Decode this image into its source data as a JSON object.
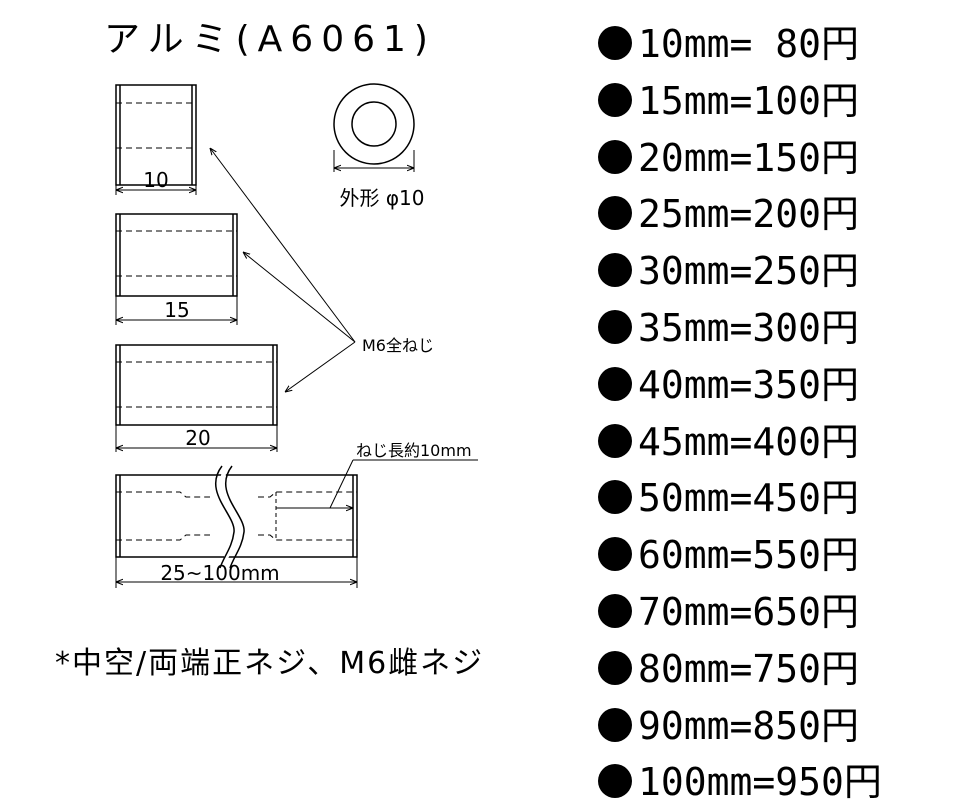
{
  "title": "アルミ(A6061)",
  "note": "*中空/両端正ネジ、M6雌ネジ",
  "labels": {
    "dim_10": "10",
    "dim_15": "15",
    "dim_20": "20",
    "dim_range": "25~100mm",
    "outer_diameter": "外形 φ10",
    "thread_callout": "M6全ねじ",
    "thread_length": "ねじ長約10mm"
  },
  "prices": [
    {
      "length": "10mm",
      "price": " 80円"
    },
    {
      "length": "15mm",
      "price": "100円"
    },
    {
      "length": "20mm",
      "price": "150円"
    },
    {
      "length": "25mm",
      "price": "200円"
    },
    {
      "length": "30mm",
      "price": "250円"
    },
    {
      "length": "35mm",
      "price": "300円"
    },
    {
      "length": "40mm",
      "price": "350円"
    },
    {
      "length": "45mm",
      "price": "400円"
    },
    {
      "length": "50mm",
      "price": "450円"
    },
    {
      "length": "60mm",
      "price": "550円"
    },
    {
      "length": "70mm",
      "price": "650円"
    },
    {
      "length": "80mm",
      "price": "750円"
    },
    {
      "length": "90mm",
      "price": "850円"
    },
    {
      "length": "100mm",
      "price": "950円"
    }
  ]
}
